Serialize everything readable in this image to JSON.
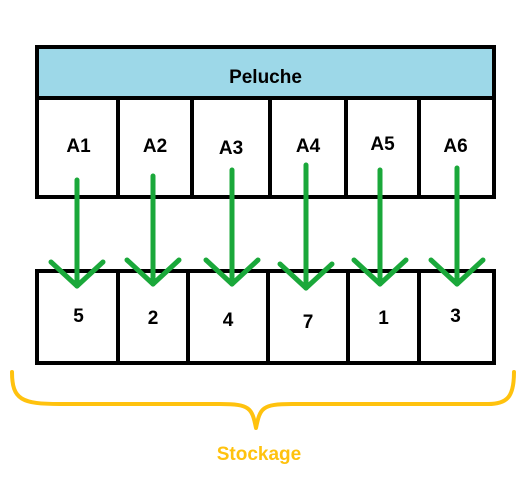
{
  "header": {
    "title": "Peluche",
    "fill": "#9dd8e8"
  },
  "top_row": [
    "A1",
    "A2",
    "A3",
    "A4",
    "A5",
    "A6"
  ],
  "bottom_row": [
    "5",
    "2",
    "4",
    "7",
    "1",
    "3"
  ],
  "brace": {
    "label": "Stockage",
    "color": "#ffc20e"
  },
  "arrow_color": "#1aa83a",
  "border_color": "#000000"
}
